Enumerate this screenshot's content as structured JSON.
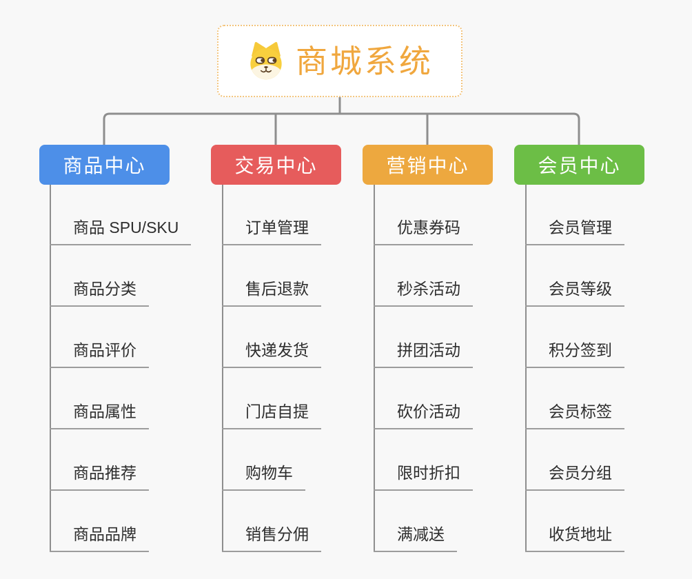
{
  "canvas": {
    "background": "#f8f8f8",
    "line_color": "#8e8e8e"
  },
  "root": {
    "title": "商城系统",
    "icon": "shiba-dog-face-icon",
    "title_color": "#f0a73e",
    "border_color": "#f3c47c"
  },
  "branches": [
    {
      "label": "商品中心",
      "color": "#4d8fe8",
      "items": [
        "商品 SPU/SKU",
        "商品分类",
        "商品评价",
        "商品属性",
        "商品推荐",
        "商品品牌"
      ]
    },
    {
      "label": "交易中心",
      "color": "#e65c5c",
      "items": [
        "订单管理",
        "售后退款",
        "快递发货",
        "门店自提",
        "购物车",
        "销售分佣"
      ]
    },
    {
      "label": "营销中心",
      "color": "#eda83f",
      "items": [
        "优惠券码",
        "秒杀活动",
        "拼团活动",
        "砍价活动",
        "限时折扣",
        "满减送"
      ]
    },
    {
      "label": "会员中心",
      "color": "#6cbe46",
      "items": [
        "会员管理",
        "会员等级",
        "积分签到",
        "会员标签",
        "会员分组",
        "收货地址"
      ]
    }
  ]
}
